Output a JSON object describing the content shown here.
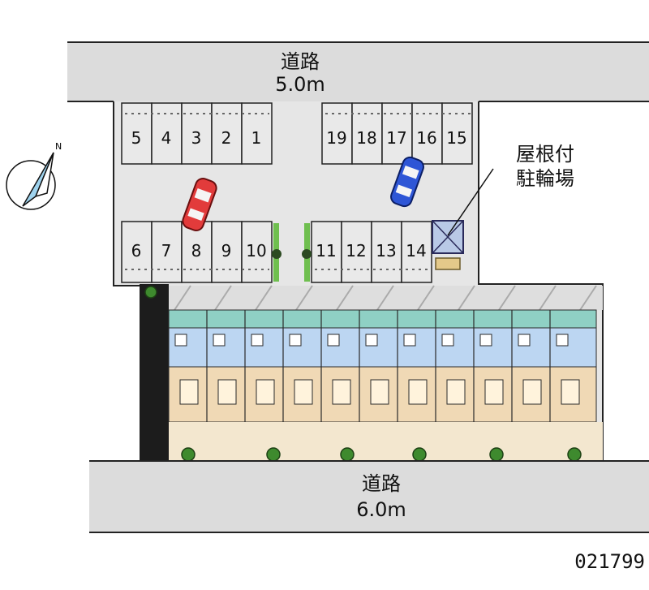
{
  "roads": {
    "top": {
      "name": "道路",
      "width": "5.0m"
    },
    "bottom": {
      "name": "道路",
      "width": "6.0m"
    }
  },
  "parking": {
    "top_left_slots": [
      "5",
      "4",
      "3",
      "2",
      "1"
    ],
    "top_right_slots": [
      "19",
      "18",
      "17",
      "16",
      "15"
    ],
    "bottom_left_slots": [
      "6",
      "7",
      "8",
      "9",
      "10"
    ],
    "bottom_right_slots": [
      "11",
      "12",
      "13",
      "14"
    ]
  },
  "bicycle_parking": {
    "line1": "屋根付",
    "line2": "駐輪場"
  },
  "compass": {
    "north_label": "N"
  },
  "property_code": "021799",
  "colors": {
    "road": "#dcdcdc",
    "parking_lot": "#e6e6e6",
    "building_roof": "#f0d9b5",
    "unit_blue": "#bcd6f2",
    "car_red": "#e23b3b",
    "car_blue": "#2e56d6",
    "tree": "#3e8a2e"
  },
  "icons": [
    "compass-icon",
    "red-car-icon",
    "blue-car-icon",
    "bicycle-shelter-icon",
    "tree-icon"
  ]
}
